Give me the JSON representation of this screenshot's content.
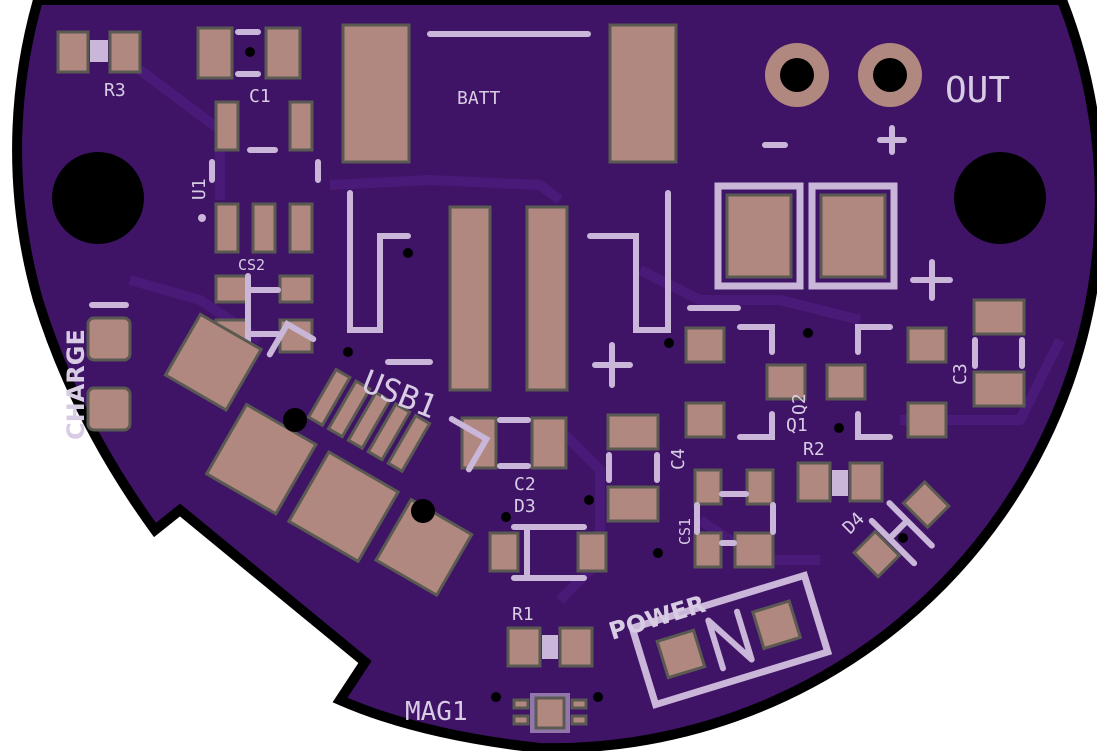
{
  "board": {
    "colors": {
      "soldermask": "#3f1466",
      "pad": "#b08880",
      "silkscreen": "#c9b6d9",
      "edge": "#000000"
    },
    "labels": {
      "r3": "R3",
      "c1": "C1",
      "batt": "BATT",
      "out": "OUT",
      "minus": "−",
      "plus": "+",
      "u1": "U1",
      "cs2": "CS2",
      "charge": "CHARGE",
      "usb1": "USB1",
      "c2": "C2",
      "d3": "D3",
      "c4": "C4",
      "cs1": "CS1",
      "q1": "Q1",
      "q2": "Q2",
      "r2": "R2",
      "c3": "C3",
      "d4": "D4",
      "r1": "R1",
      "mag1": "MAG1",
      "power": "POWER",
      "batt_plus": "+",
      "out_plus": "+"
    }
  }
}
